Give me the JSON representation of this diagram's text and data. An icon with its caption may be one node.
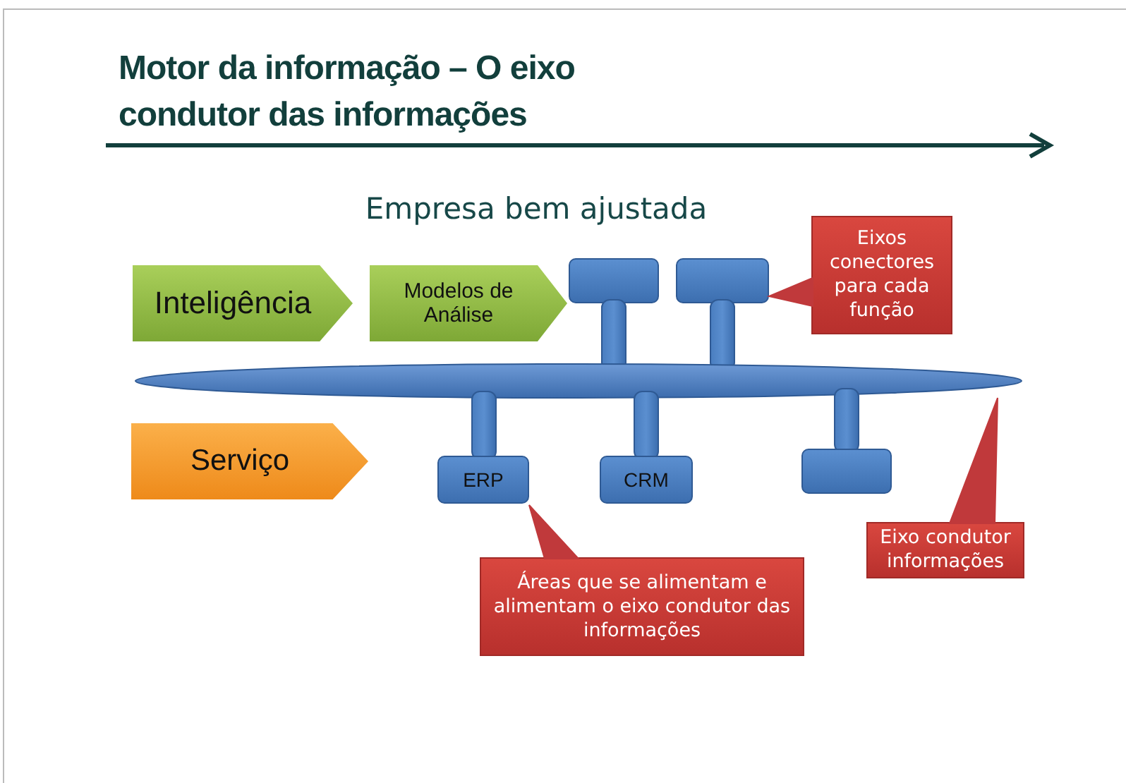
{
  "diagram": {
    "title": "Motor da informação – O eixo condutor das informações",
    "nodes": [
      {
        "text": [
          "Inteligência"
        ]
      },
      {
        "text": [
          "Modelos de Análise"
        ]
      },
      {
        "text": [],
        "shape": "box"
      },
      {
        "text": [],
        "shape": "box"
      },
      {
        "text": [],
        "shape": "ellipse"
      },
      {
        "text": [
          "Serviço"
        ]
      },
      {
        "text": [
          "ERP"
        ]
      },
      {
        "text": [
          "CRM"
        ]
      },
      {
        "text": [],
        "shape": "box"
      },
      {
        "text": [
          "Eixos conectores para cada função"
        ]
      },
      {
        "text": [
          "Áreas que se alimentam e alimentam o eixo condutor das informações"
        ]
      },
      {
        "text": [
          "Eixo condutor informações"
        ]
      }
    ],
    "edges": [
      {
        "from": 9,
        "to": 3,
        "arrow": "to",
        "color": "#c0393b"
      },
      {
        "from": 10,
        "to": 6,
        "arrow": "to",
        "color": "#c0393b"
      },
      {
        "from": 11,
        "to": 4,
        "arrow": "to",
        "color": "#c0393b"
      }
    ],
    "labels": [
      "Empresa bem ajustada"
    ]
  }
}
